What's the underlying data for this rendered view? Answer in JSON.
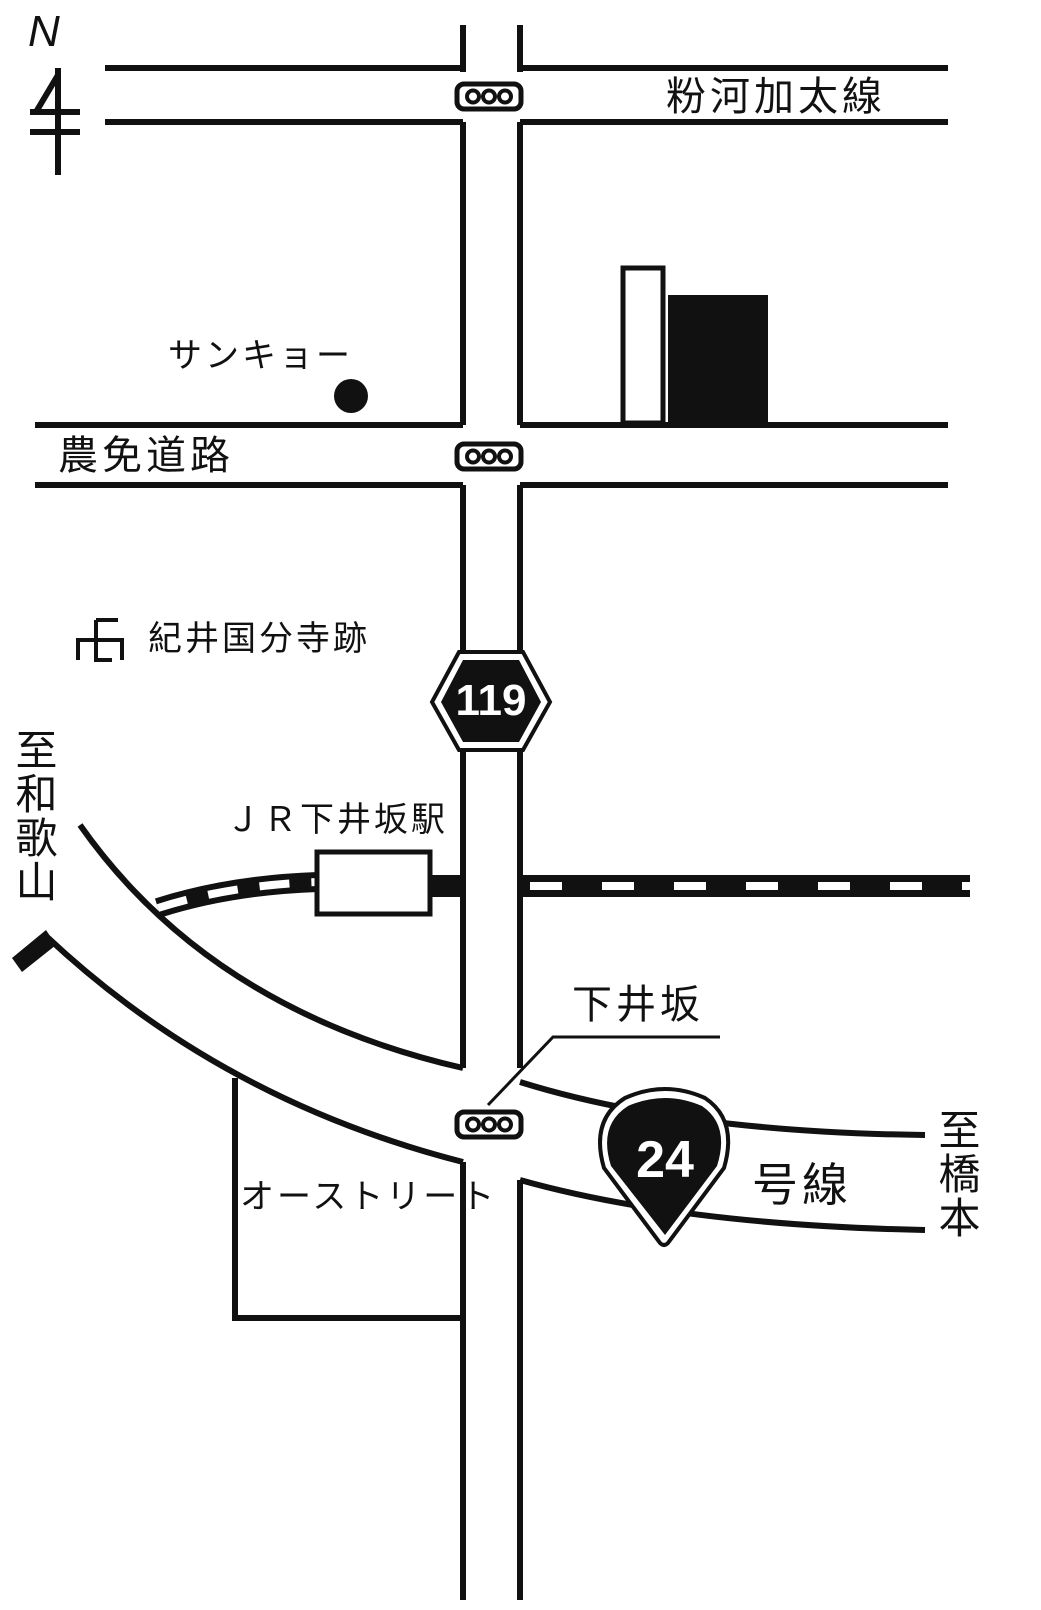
{
  "compass": {
    "label": "N"
  },
  "roads": {
    "kokawa_kata": "粉河加太線",
    "nomen": "農免道路",
    "route24_suffix": "号線"
  },
  "landmarks": {
    "sankyo": "サンキョー",
    "temple_ruins": "紀井国分寺跡",
    "jr_station": "ＪＲ下井坂駅",
    "intersection": "下井坂",
    "austreet": "オーストリート"
  },
  "directions": {
    "to_wakayama": "至和歌山",
    "to_hashimoto": "至橋本"
  },
  "shields": {
    "route119": "119",
    "route24": "24"
  },
  "colors": {
    "ink": "#111111",
    "paper": "#ffffff"
  }
}
